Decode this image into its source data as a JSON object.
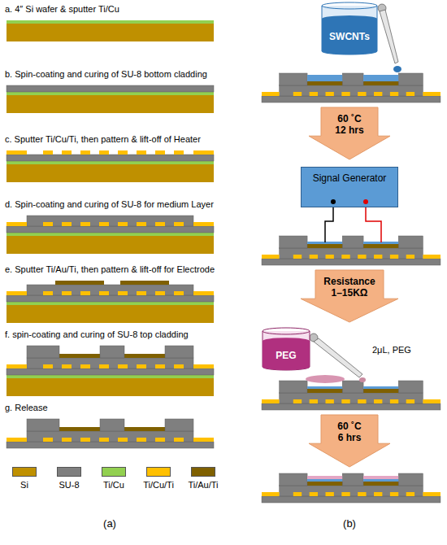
{
  "diagram": {
    "nodes": [
      {
        "text": [
          "SWCNTs"
        ]
      },
      {
        "text": [
          "60 ˚C 12 hrs"
        ]
      },
      {
        "text": [
          "Signal Generator"
        ]
      },
      {
        "text": [
          "Resistance 1–15KΩ"
        ]
      },
      {
        "text": [
          "PEG"
        ]
      },
      {
        "text": [
          "60 ˚C 6 hrs"
        ]
      }
    ],
    "labels": [
      "a. 4″ Si wafer & sputter Ti/Cu",
      "b. Spin-coating and curing of SU-8 bottom cladding",
      "c. Sputter Ti/Cu/Ti, then pattern & lift-off of Heater",
      "d. Spin-coating and curing of SU-8 for medium Layer",
      "e. Sputter Ti/Au/Ti, then pattern & lift-off for Electrode",
      "f. spin-coating and curing of SU-8 top cladding",
      "g. Release",
      "(a)",
      "2μL, PEG",
      "(b)"
    ],
    "legend": [
      {
        "text": "Si",
        "color": "#bf9000"
      },
      {
        "text": "SU-8",
        "color": "#7f7f7f"
      },
      {
        "text": "Ti/Cu",
        "color": "#92d050"
      },
      {
        "text": "Ti/Cu/Ti",
        "color": "#ffc000"
      },
      {
        "text": "Ti/Au/Ti",
        "color": "#7f6000"
      }
    ]
  }
}
